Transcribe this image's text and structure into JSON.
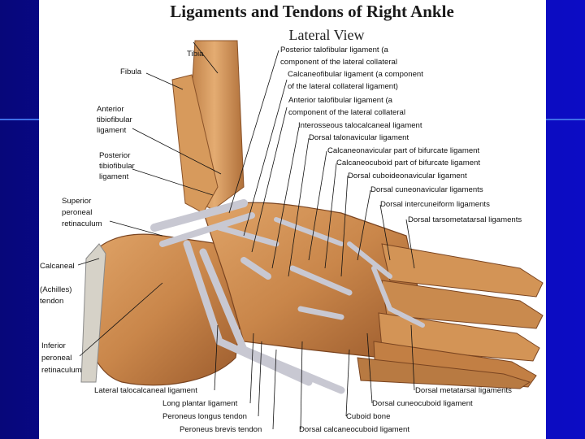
{
  "title": "Ligaments and Tendons of Right Ankle",
  "subtitle": "Lateral View",
  "labels": {
    "tibia": "Tibia",
    "fibula": "Fibula",
    "anterior_tibiofibular_1": "Anterior",
    "anterior_tibiofibular_2": "tibiofibular",
    "anterior_tibiofibular_3": "ligament",
    "posterior_tibiofibular_1": "Posterior",
    "posterior_tibiofibular_2": "tibiofibular",
    "posterior_tibiofibular_3": "ligament",
    "superior_peroneal_1": "Superior",
    "superior_peroneal_2": "peroneal",
    "superior_peroneal_3": "retinaculum",
    "calcaneal_1": "Calcaneal",
    "calcaneal_2": "(Achilles)",
    "calcaneal_3": "tendon",
    "inferior_peroneal_1": "Inferior",
    "inferior_peroneal_2": "peroneal",
    "inferior_peroneal_3": "retinaculum",
    "post_talofibular_1": "Posterior talofibular ligament (a",
    "post_talofibular_2": "component of the lateral collateral",
    "calcaneofibular_1": "Calcaneofibular ligament (a component",
    "calcaneofibular_2": "of the lateral collateral ligament)",
    "ant_talofibular_1": "Anterior talofibular ligament (a",
    "ant_talofibular_2": "component of the lateral collateral",
    "interosseous": "Interosseous talocalcaneal ligament",
    "dorsal_talonavicular": "Dorsal talonavicular ligament",
    "calcaneonavicular": "Calcaneonavicular part of bifurcate ligament",
    "calcaneocuboid_bifurcate": "Calcaneocuboid part of bifurcate ligament",
    "dorsal_cuboideonavicular": "Dorsal cuboideonavicular ligament",
    "dorsal_cuneonavicular": "Dorsal cuneonavicular ligaments",
    "dorsal_intercuneiform": "Dorsal intercuneiform ligaments",
    "dorsal_tarsometatarsal": "Dorsal tarsometatarsal ligaments",
    "lateral_talocalcaneal": "Lateral talocalcaneal ligament",
    "long_plantar": "Long plantar ligament",
    "peroneus_longus": "Peroneus longus tendon",
    "peroneus_brevis": "Peroneus brevis tendon",
    "dorsal_metatarsal": "Dorsal metatarsal ligaments",
    "dorsal_cuneocuboid": "Dorsal cuneocuboid ligament",
    "cuboid_bone": "Cuboid bone",
    "dorsal_calcaneocuboid": "Dorsal calcaneocuboid ligament"
  },
  "colors": {
    "slide_background": "#0a0ab0",
    "bone": "#c98a4e",
    "ligament": "#c8c8d0",
    "leader_line": "#111111"
  }
}
